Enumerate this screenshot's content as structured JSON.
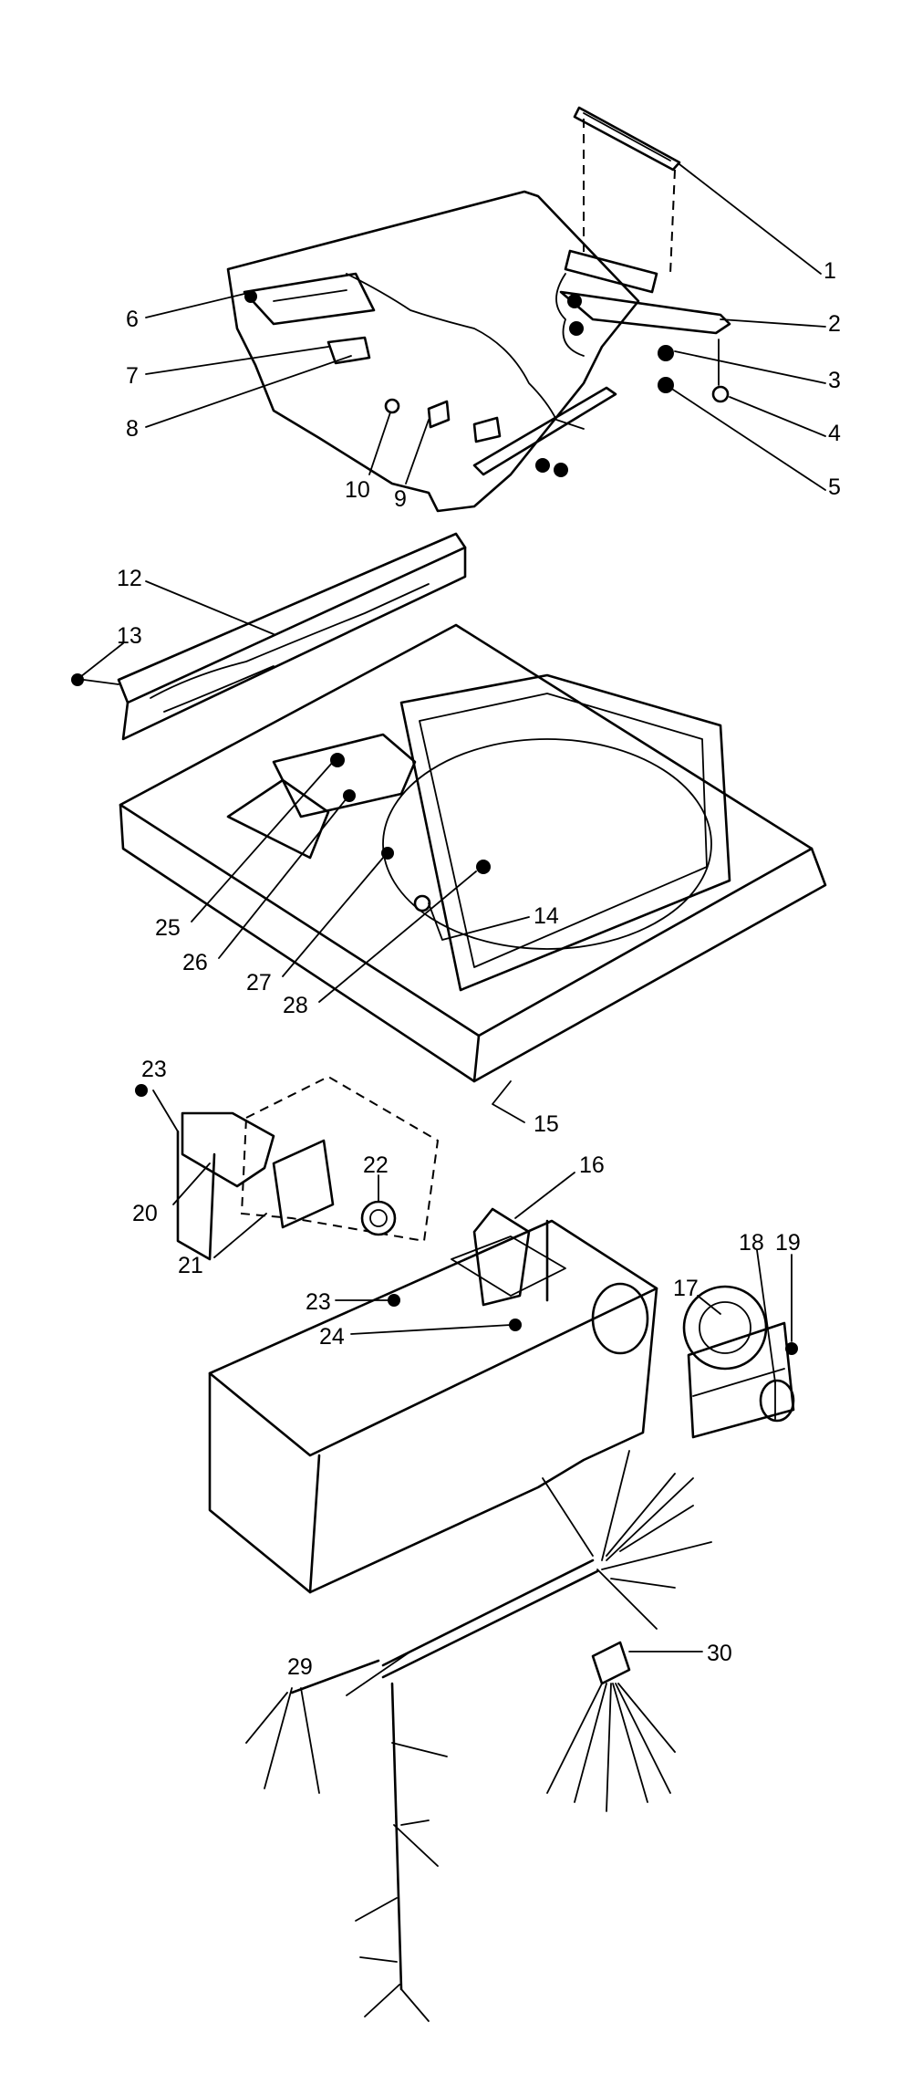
{
  "diagram": {
    "callouts": [
      {
        "id": "c1",
        "label": "1"
      },
      {
        "id": "c2",
        "label": "2"
      },
      {
        "id": "c3",
        "label": "3"
      },
      {
        "id": "c4",
        "label": "4"
      },
      {
        "id": "c5",
        "label": "5"
      },
      {
        "id": "c6",
        "label": "6"
      },
      {
        "id": "c7",
        "label": "7"
      },
      {
        "id": "c8",
        "label": "8"
      },
      {
        "id": "c9",
        "label": "9"
      },
      {
        "id": "c10",
        "label": "10"
      },
      {
        "id": "c12",
        "label": "12"
      },
      {
        "id": "c13",
        "label": "13"
      },
      {
        "id": "c14",
        "label": "14"
      },
      {
        "id": "c15",
        "label": "15"
      },
      {
        "id": "c16",
        "label": "16"
      },
      {
        "id": "c17",
        "label": "17"
      },
      {
        "id": "c18",
        "label": "18"
      },
      {
        "id": "c19",
        "label": "19"
      },
      {
        "id": "c20",
        "label": "20"
      },
      {
        "id": "c21",
        "label": "21"
      },
      {
        "id": "c22",
        "label": "22"
      },
      {
        "id": "c23a",
        "label": "23"
      },
      {
        "id": "c23b",
        "label": "23"
      },
      {
        "id": "c24",
        "label": "24"
      },
      {
        "id": "c25",
        "label": "25"
      },
      {
        "id": "c26",
        "label": "26"
      },
      {
        "id": "c27",
        "label": "27"
      },
      {
        "id": "c28",
        "label": "28"
      },
      {
        "id": "c29",
        "label": "29"
      },
      {
        "id": "c30",
        "label": "30"
      }
    ]
  }
}
